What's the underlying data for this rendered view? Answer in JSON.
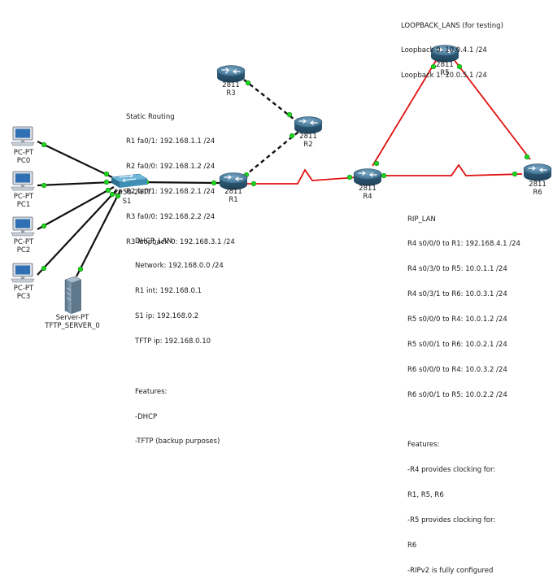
{
  "notes": {
    "loopback": {
      "title": "LOOPBACK_LANS (for testing)",
      "lines": [
        "Loopback 0: 10.0.4.1 /24",
        "Loopback 1: 10.0.5.1 /24"
      ]
    },
    "static_routing": {
      "title": "Static Routing",
      "lines": [
        "R1 fa0/1: 192.168.1.1 /24",
        "R2 fa0/0: 192.168.1.2 /24",
        "R2 fa0/1: 192.168.2.1 /24",
        "R3 fa0/0: 192.168.2.2 /24",
        "R3 loopback 0: 192.168.3.1 /24"
      ]
    },
    "dhcp_lan": {
      "title": "DHCP_LAN",
      "lines": [
        "Network: 192.168.0.0 /24",
        "R1 int: 192.168.0.1",
        "S1 ip: 192.168.0.2",
        "TFTP ip: 192.168.0.10"
      ],
      "features_title": "Features:",
      "features": [
        "-DHCP",
        "-TFTP (backup purposes)"
      ]
    },
    "rip_lan": {
      "title": "RIP_LAN",
      "lines": [
        "R4 s0/0/0 to R1: 192.168.4.1 /24",
        "R4 s0/3/0 to R5: 10.0.1.1 /24",
        "R4 s0/3/1 to R6: 10.0.3.1 /24",
        "R5 s0/0/0 to R4: 10.0.1.2 /24",
        "R5 s0/0/1 to R6: 10.0.2.1 /24",
        "R6 s0/0/0 to R4: 10.0.3.2 /24",
        "R6 s0/0/1 to R5: 10.0.2.2 /24"
      ],
      "features_title": "Features:",
      "features": [
        "-R4 provides clocking for:",
        "R1, R5, R6",
        "-R5 provides clocking for:",
        "R6",
        "-RIPv2 is fully configured"
      ]
    }
  },
  "devices": {
    "pc0": {
      "type_label": "PC-PT",
      "name": "PC0"
    },
    "pc1": {
      "type_label": "PC-PT",
      "name": "PC1"
    },
    "pc2": {
      "type_label": "PC-PT",
      "name": "PC2"
    },
    "pc3": {
      "type_label": "PC-PT",
      "name": "PC3"
    },
    "server": {
      "type_label": "Server-PT",
      "name": "TFTP_SERVER_0"
    },
    "s1": {
      "model": "2950-24TT",
      "name": "S1"
    },
    "r1": {
      "model": "2811",
      "name": "R1"
    },
    "r2": {
      "model": "2811",
      "name": "R2"
    },
    "r3": {
      "model": "2811",
      "name": "R3"
    },
    "r4": {
      "model": "2811",
      "name": "R4"
    },
    "r5": {
      "model": "2811",
      "name": "R5"
    },
    "r6": {
      "model": "2811",
      "name": "R6"
    }
  },
  "colors": {
    "ethernet_link": "#111111",
    "serial_link": "#e01010",
    "link_up": "#1ed41e",
    "router_body": "#3d6f8e",
    "switch_body": "#3f8fb5"
  }
}
